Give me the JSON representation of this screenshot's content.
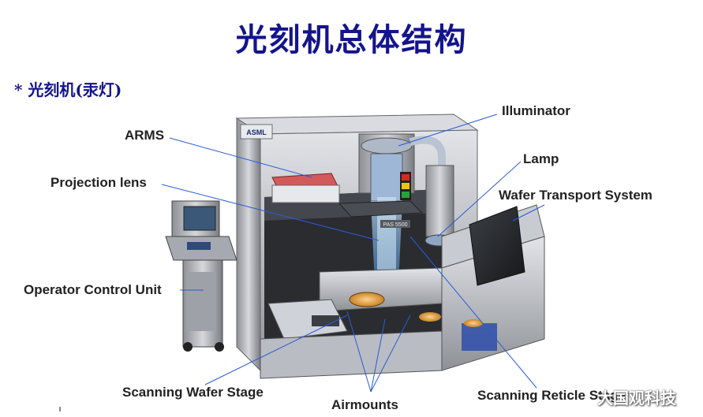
{
  "title": "光刻机总体结构",
  "subtitle": "* 光刻机(汞灯)",
  "brand_badge": "ASML",
  "model_plate": "PAS 5500",
  "labels": {
    "illuminator": "Illuminator",
    "arms": "ARMS",
    "lamp": "Lamp",
    "projection_lens": "Projection lens",
    "wafer_transport": "Wafer Transport System",
    "operator_unit": "Operator Control Unit",
    "scanning_wafer_stage": "Scanning Wafer Stage",
    "airmounts": "Airmounts",
    "scanning_reticle_stage": "Scanning Reticle Stage"
  },
  "watermark": "大国观科技",
  "colors": {
    "title": "#14148c",
    "leader_line": "#2a5bd7",
    "light_beam": "#7ec8ff"
  }
}
